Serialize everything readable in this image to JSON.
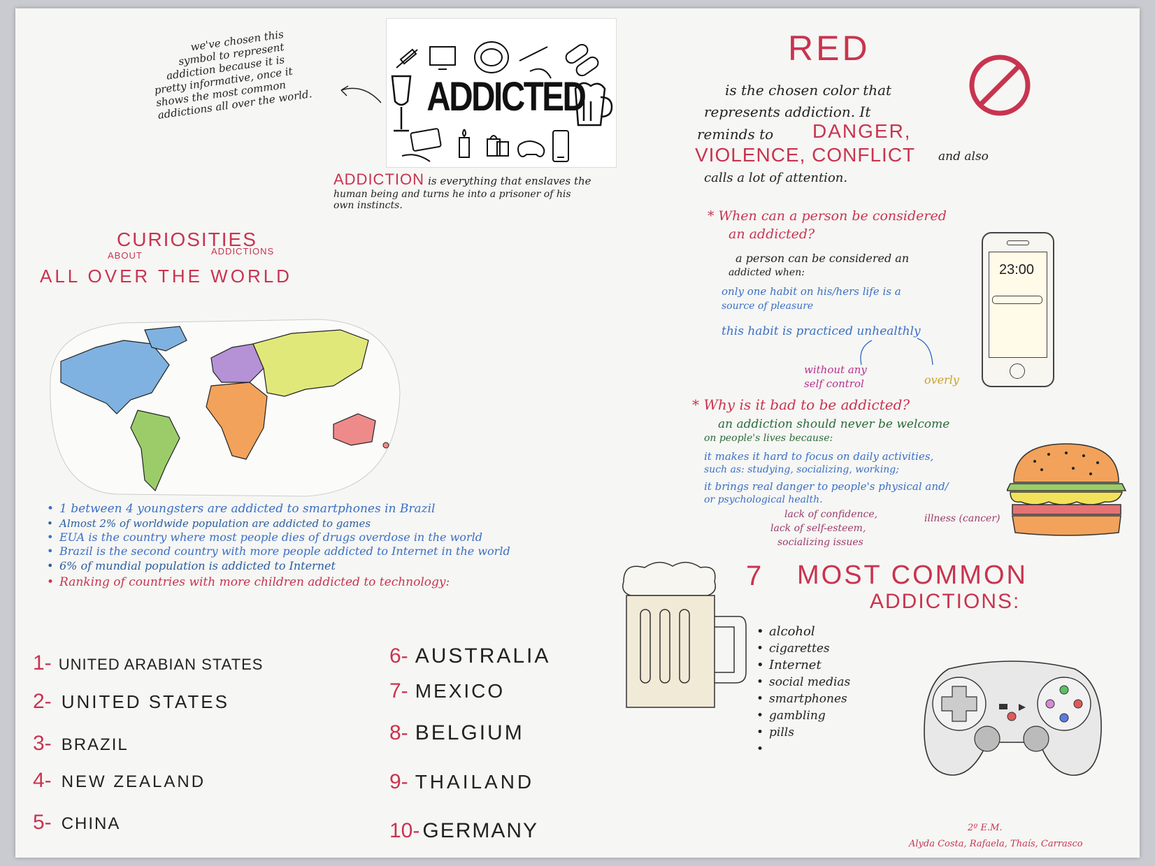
{
  "intro_note": {
    "lines": [
      "we've chosen this",
      "symbol to represent",
      "addiction because it is",
      "pretty informative, once it",
      "shows the most common",
      "addictions all over the world."
    ]
  },
  "logo": {
    "title": "ADDICTED"
  },
  "definition": {
    "keyword": "ADDICTION",
    "line1": "is everything that enslaves the",
    "line2": "human being and turns he into a prisoner of his",
    "line3": "own instincts."
  },
  "red_section": {
    "title": "RED",
    "line1": "is the chosen color that",
    "line2": "represents addiction. It",
    "line3": "reminds to",
    "danger": "DANGER,",
    "line4_red": "VIOLENCE, CONFLICT",
    "line4_tail": "and also",
    "line5": "calls a lot of attention."
  },
  "curiosities": {
    "title": "CURIOSITIES",
    "about": "ABOUT",
    "addictions": "ADDICTIONS",
    "world": "ALL OVER THE WORLD"
  },
  "when_section": {
    "question": "* When can a person be considered",
    "question2": "an addicted?",
    "answer": "a person can be considered an",
    "answer2": "addicted when:",
    "point1": "only one habit on his/hers life is a",
    "point1b": "source of pleasure",
    "point2": "this habit is practiced unhealthly",
    "branch1": "without any",
    "branch1b": "self control",
    "branch2": "overly"
  },
  "phone": {
    "time": "23:00"
  },
  "why_section": {
    "question": "* Why is it bad to be addicted?",
    "answer": "an addiction should never be welcome",
    "answer2": "on people's lives because:",
    "point1": "it makes it hard to focus on daily activities,",
    "point1b": "such as: studying, socializing, working;",
    "point2": "it brings real danger to people's physical and/",
    "point2b": "or psychological health.",
    "sub1": "lack of confidence,",
    "sub2": "lack of self-esteem,",
    "sub3": "socializing issues",
    "sub4": "illness (cancer)"
  },
  "facts": [
    {
      "text": "1 between 4 youngsters are addicted to smartphones in Brazil",
      "color": "#3a6fc4"
    },
    {
      "text": "Almost 2% of worldwide population are addicted to games",
      "color": "#2b5c9e"
    },
    {
      "text": "EUA is the country where most people dies of drugs overdose in the world",
      "color": "#3a6fc4"
    },
    {
      "text": "Brazil is the second country with more people addicted to Internet in the world",
      "color": "#3a6fc4"
    },
    {
      "text": "6% of mundial population is addicted to Internet",
      "color": "#2b5c9e"
    },
    {
      "text": "Ranking of countries with more children addicted to technology:",
      "color": "#c8344f"
    }
  ],
  "ranking_left": [
    {
      "num": "1-",
      "name": "UNITED ARABIAN STATES"
    },
    {
      "num": "2-",
      "name": "UNITED STATES"
    },
    {
      "num": "3-",
      "name": "BRAZIL"
    },
    {
      "num": "4-",
      "name": "NEW ZEALAND"
    },
    {
      "num": "5-",
      "name": "CHINA"
    }
  ],
  "ranking_right": [
    {
      "num": "6-",
      "name": "AUSTRALIA"
    },
    {
      "num": "7-",
      "name": "MEXICO"
    },
    {
      "num": "8-",
      "name": "BELGIUM"
    },
    {
      "num": "9-",
      "name": "THAILAND"
    },
    {
      "num": "10-",
      "name": "GERMANY"
    }
  ],
  "most_common": {
    "number": "7",
    "title": "MOST COMMON",
    "subtitle": "ADDICTIONS:",
    "items": [
      "alcohol",
      "cigarettes",
      "Internet",
      "social medias",
      "smartphones",
      "gambling",
      "pills",
      ""
    ]
  },
  "signature": {
    "class": "2º E.M.",
    "names": "Alyda Costa, Rafaela, Thaís, Carrasco"
  },
  "colors": {
    "red": "#c8344f",
    "blue": "#3a6fc4",
    "dark": "#222222"
  }
}
